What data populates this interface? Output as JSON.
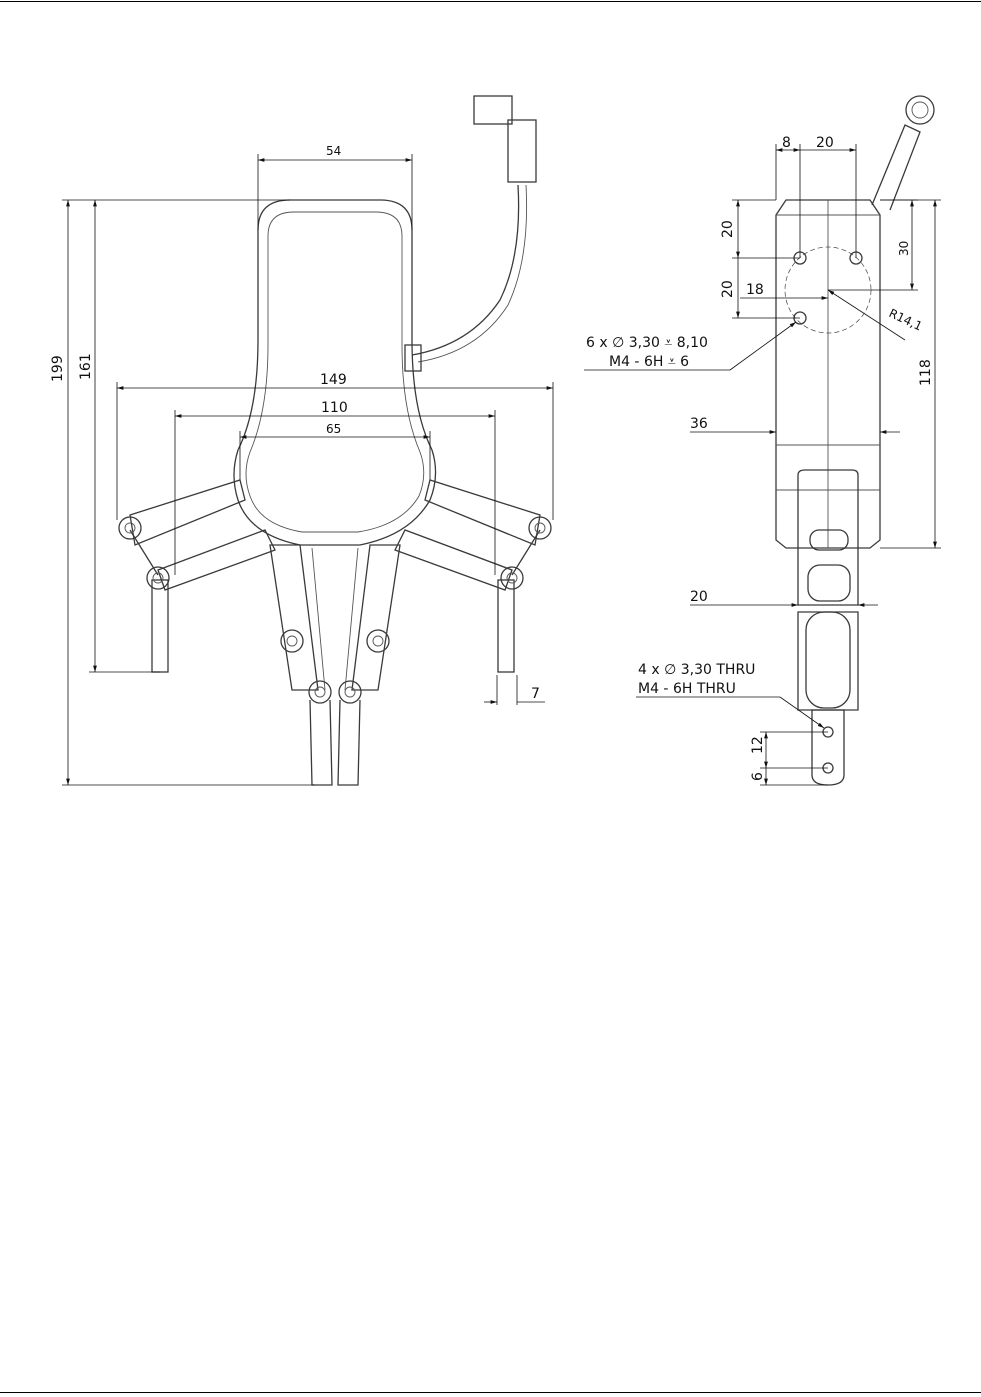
{
  "front_view": {
    "dims": {
      "overall_height": "199",
      "finger_height": "161",
      "top_width": "54",
      "span_outer": "149",
      "span_inner": "110",
      "span_mid": "65",
      "finger_width": "7"
    }
  },
  "side_view": {
    "dims": {
      "w8": "8",
      "w20": "20",
      "h20a": "20",
      "h20b": "20",
      "h30": "30",
      "x18": "18",
      "radius": "R14,1",
      "h118": "118",
      "w36": "36",
      "w20_lower": "20",
      "h12": "12",
      "h6": "6"
    },
    "callouts": {
      "holes_top_line1": "6 x ∅ 3,30 ⩡ 8,10",
      "holes_top_line2": "M4 - 6H ⩡ 6",
      "holes_bottom_line1": "4 x ∅ 3,30 THRU",
      "holes_bottom_line2": "M4 - 6H THRU"
    }
  }
}
